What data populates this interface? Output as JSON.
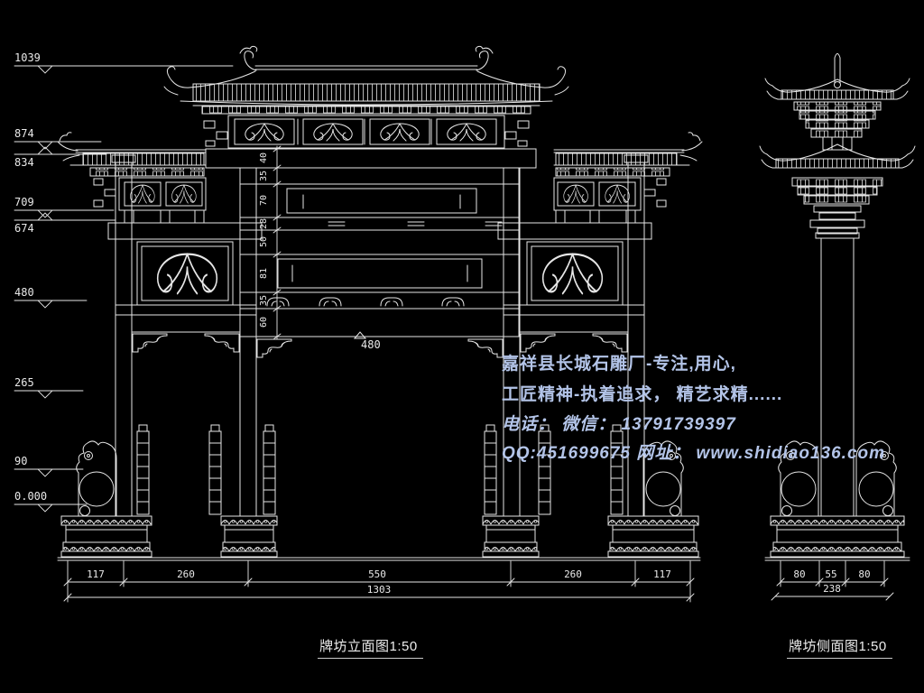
{
  "colors": {
    "background": "#000000",
    "line": "#e6e6e6",
    "text": "#e9e9e9",
    "watermark": "#b3c4e8"
  },
  "front_view": {
    "caption": "牌坊立面图1:50",
    "elevation_markers": [
      {
        "value": "1039"
      },
      {
        "value": "874"
      },
      {
        "value": "834"
      },
      {
        "value": "709"
      },
      {
        "value": "674"
      },
      {
        "value": "480"
      },
      {
        "value": "265"
      },
      {
        "value": "90"
      },
      {
        "value": "0.000"
      }
    ],
    "vertical_dims": [
      "40",
      "35",
      "70",
      "28",
      "50",
      "81",
      "35",
      "60"
    ],
    "opening_label": "480",
    "bottom_dims": {
      "segments": [
        "117",
        "260",
        "550",
        "260",
        "117"
      ],
      "total": "1303"
    }
  },
  "side_view": {
    "caption": "牌坊侧面图1:50",
    "bottom_dims": {
      "segments": [
        "80",
        "55",
        "80"
      ],
      "total": "238"
    }
  },
  "watermark": {
    "lines": [
      "嘉祥县长城石雕厂-专注,用心,",
      "工匠精神-执着追求， 精艺求精......",
      "电话： 微信： 13791739397",
      "QQ:451699675 网址： www.shidiao136.com"
    ]
  }
}
